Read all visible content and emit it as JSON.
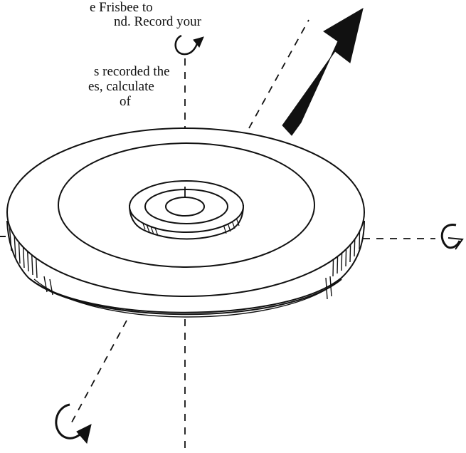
{
  "text": {
    "line1": "e Frisbee to",
    "line2": "nd.  Record your",
    "line3": "s recorded the",
    "line4": "es, calculate",
    "line5": "of"
  },
  "colors": {
    "ink": "#111111",
    "background": "#ffffff"
  },
  "icons": {
    "vertical_axis_rotation": "rotation-arrow-icon",
    "horizontal_axis_rotation": "rotation-arrow-icon",
    "diagonal_axis_rotation": "rotation-arrow-icon",
    "direction_arrow": "direction-arrow-icon"
  }
}
